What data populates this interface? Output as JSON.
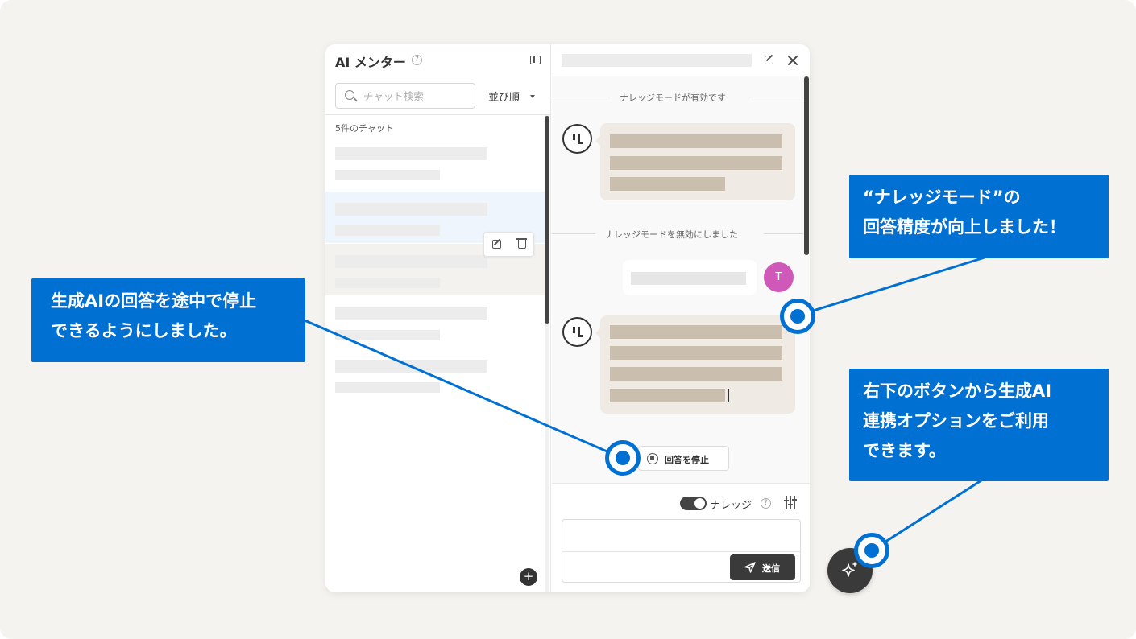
{
  "left_panel": {
    "title": "AI メンター",
    "help": "?",
    "search_placeholder": "チャット検索",
    "sort_label": "並び順",
    "chat_count": "5件のチャット",
    "new_chat": "+"
  },
  "chat_panel": {
    "system_messages": [
      "ナレッジモードが有効です",
      "ナレッジモードを無効にしました"
    ],
    "user_avatar_initial": "T",
    "stop_label": "回答を停止",
    "knowledge_label": "ナレッジ",
    "knowledge_help": "?",
    "send_label": "送信"
  },
  "callouts": {
    "stop": [
      "生成AIの回答を途中で停止",
      "できるようにしました。"
    ],
    "knowledge": [
      "“ナレッジモード”の",
      "回答精度が向上しました！"
    ],
    "ai_button": [
      "右下のボタンから生成AI",
      "連携オプションをご利用",
      "できます。"
    ]
  },
  "colors": {
    "accent": "#0070d2",
    "user_avatar": "#cf58b8",
    "bot_bubble": "#efeae3",
    "background": "#f4f3f0"
  },
  "icons": [
    "help-icon",
    "sidebar-toggle-icon",
    "search-icon",
    "caret-down-icon",
    "edit-icon",
    "trash-icon",
    "close-icon",
    "bot-avatar-icon",
    "stop-icon",
    "settings-sliders-icon",
    "send-icon",
    "sparkle-icon",
    "plus-icon"
  ]
}
